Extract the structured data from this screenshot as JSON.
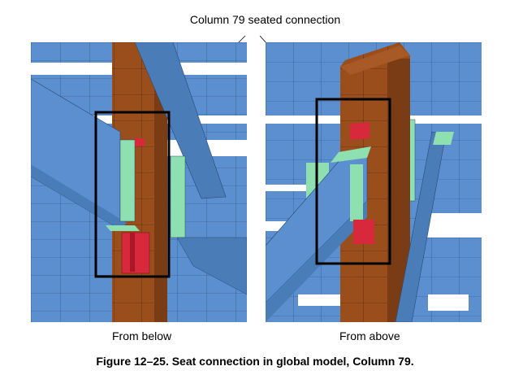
{
  "callout": "Column 79 seated connection",
  "panels": [
    {
      "caption": "From below"
    },
    {
      "caption": "From above"
    }
  ],
  "figure_caption": "Figure 12–25. Seat connection in global model, Column 79.",
  "colors": {
    "beam": "#5b8fd0",
    "beam_dark": "#4a7cb8",
    "column": "#9a4e1c",
    "plate": "#8fe0b0",
    "seat": "#d8283c",
    "box": "#000000"
  }
}
